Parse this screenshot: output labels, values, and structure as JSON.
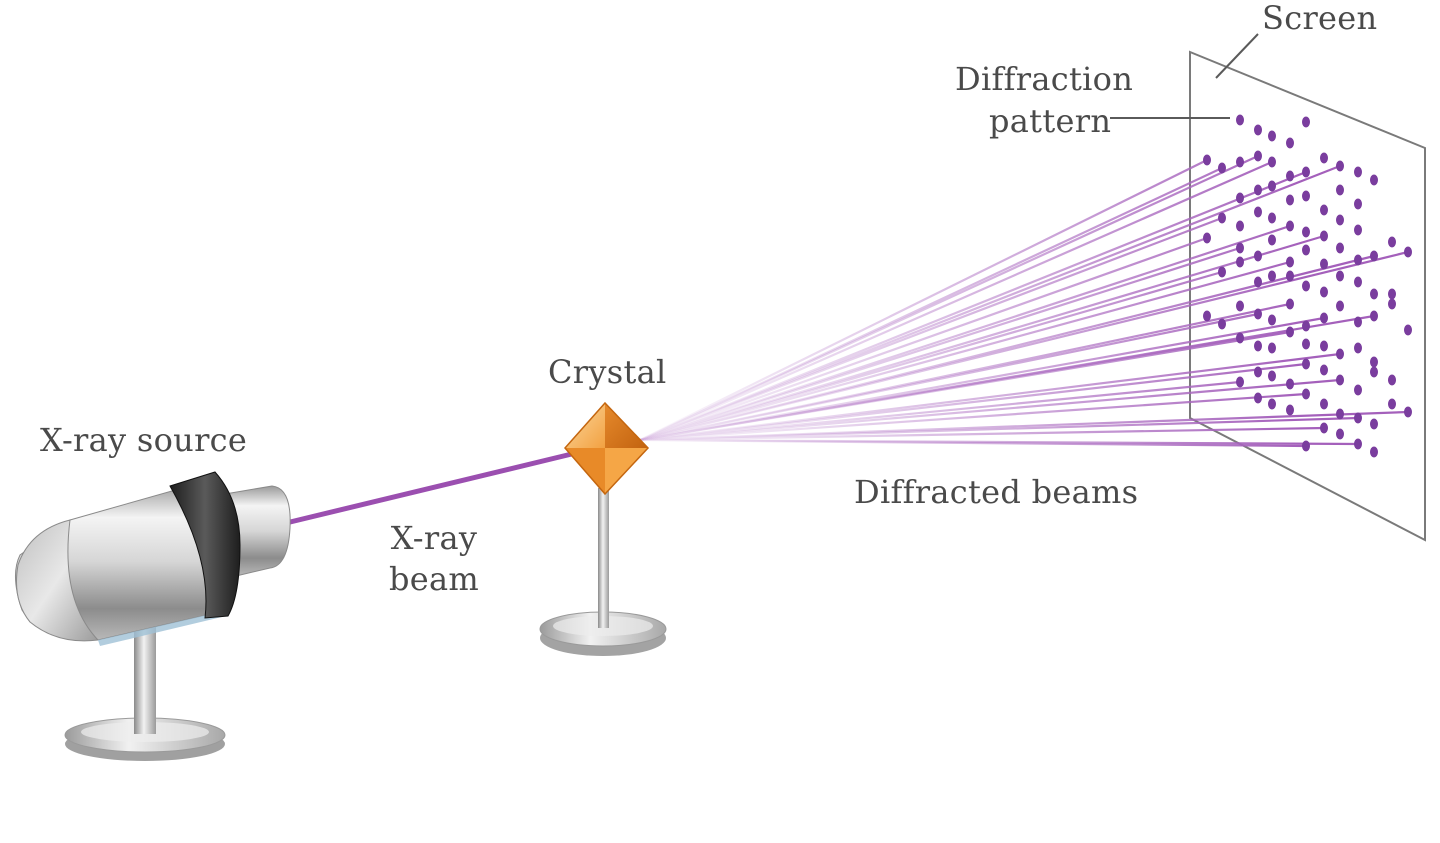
{
  "labels": {
    "xray_source": "X-ray  source",
    "xray_beam_line1": "X-ray",
    "xray_beam_line2": "beam",
    "crystal": "Crystal",
    "diffraction_pattern_line1": "Diffraction",
    "diffraction_pattern_line2": "pattern",
    "screen": "Screen",
    "diffracted_beams": "Diffracted  beams"
  },
  "colors": {
    "beam": "#9b4fb0",
    "spot": "#7a3d9e",
    "crystal_light": "#f7b15a",
    "crystal_dark": "#d8761c",
    "metal_light": "#f2f2f2",
    "metal_dark": "#8e8e8e",
    "collar": "#2d2d2d",
    "text": "#4a4a4a",
    "screen_edge": "#7a7a7a"
  }
}
